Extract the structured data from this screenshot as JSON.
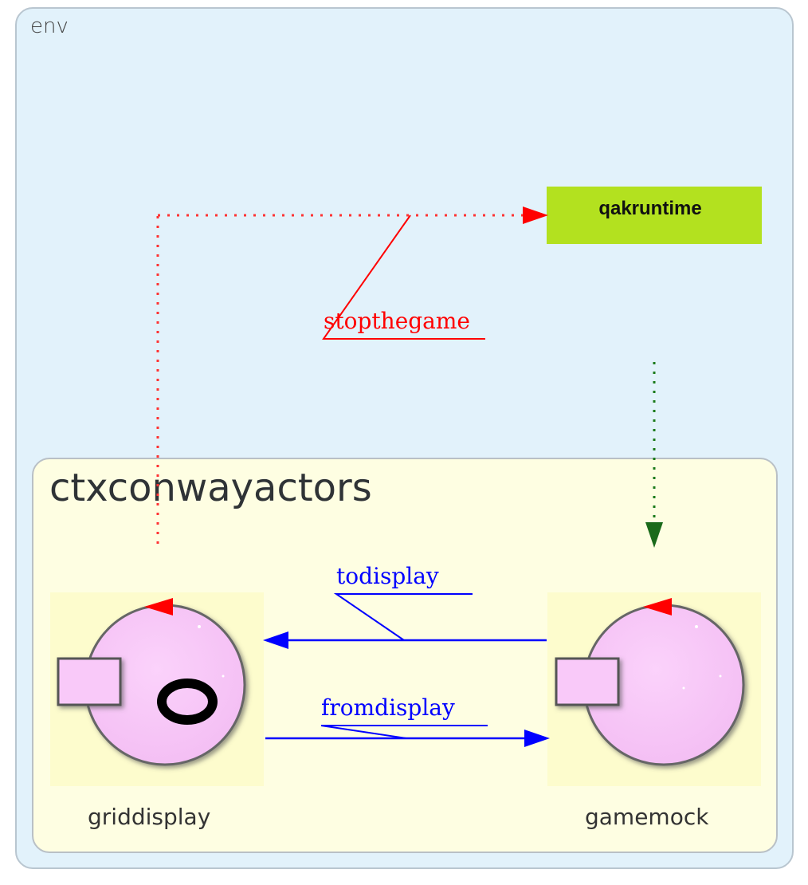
{
  "diagram": {
    "env": {
      "label": "env"
    },
    "context": {
      "label": "ctxconwayactors"
    },
    "runtime": {
      "label": "qakruntime"
    },
    "actors": [
      {
        "id": "griddisplay",
        "label": "griddisplay"
      },
      {
        "id": "gamemock",
        "label": "gamemock"
      }
    ],
    "messages": [
      {
        "label": "stopthegame",
        "from": "griddisplay",
        "to": "qakruntime",
        "color": "#ff0000"
      },
      {
        "label": "todisplay",
        "from": "gamemock",
        "to": "griddisplay",
        "color": "#0000ff"
      },
      {
        "label": "fromdisplay",
        "from": "griddisplay",
        "to": "gamemock",
        "color": "#0000ff"
      }
    ],
    "colors": {
      "env_bg": "#e2f2fb",
      "context_bg": "#fefee2",
      "runtime_bg": "#b3e11f",
      "actor_fill": "#f9c9f9",
      "dispatch": "#ff0000",
      "message": "#0000ff",
      "runtime_link": "#1a7a1a"
    }
  }
}
